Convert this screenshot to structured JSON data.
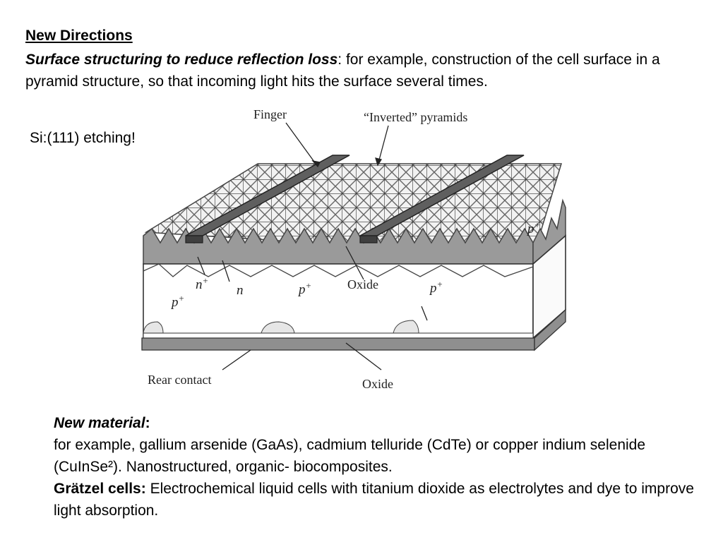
{
  "heading": "New Directions",
  "intro": {
    "emphasis": "Surface structuring to reduce reflection loss",
    "rest": ": for example, construction of the cell surface in a pyramid structure, so that incoming light hits the surface several times."
  },
  "note": "Si:(111) etching!",
  "figure": {
    "labels": {
      "finger": "Finger",
      "pyramids": "“Inverted” pyramids",
      "n_plus": "n",
      "n_plus_sup": "+",
      "n": "n",
      "p_plus_left": "p",
      "p_plus_mid": "p",
      "p_plus_right": "p",
      "p_plus_side": "p",
      "plus": "+",
      "oxide_top": "Oxide",
      "rear_contact": "Rear contact",
      "oxide_bottom": "Oxide"
    }
  },
  "material": {
    "title": "New material",
    "title_colon": ":",
    "line1": "for example, gallium arsenide (GaAs), cadmium telluride (CdTe) or copper indium selenide (CuInSe²). Nanostructured, organic- biocomposites.",
    "gratzel_label": "Grätzel cells:",
    "gratzel_text": " Electrochemical liquid cells with titanium dioxide as electrolytes and dye to improve light absorption."
  },
  "colors": {
    "text": "#000000",
    "background": "#ffffff",
    "diagram_dark": "#555555",
    "diagram_mid": "#9a9a9a"
  }
}
